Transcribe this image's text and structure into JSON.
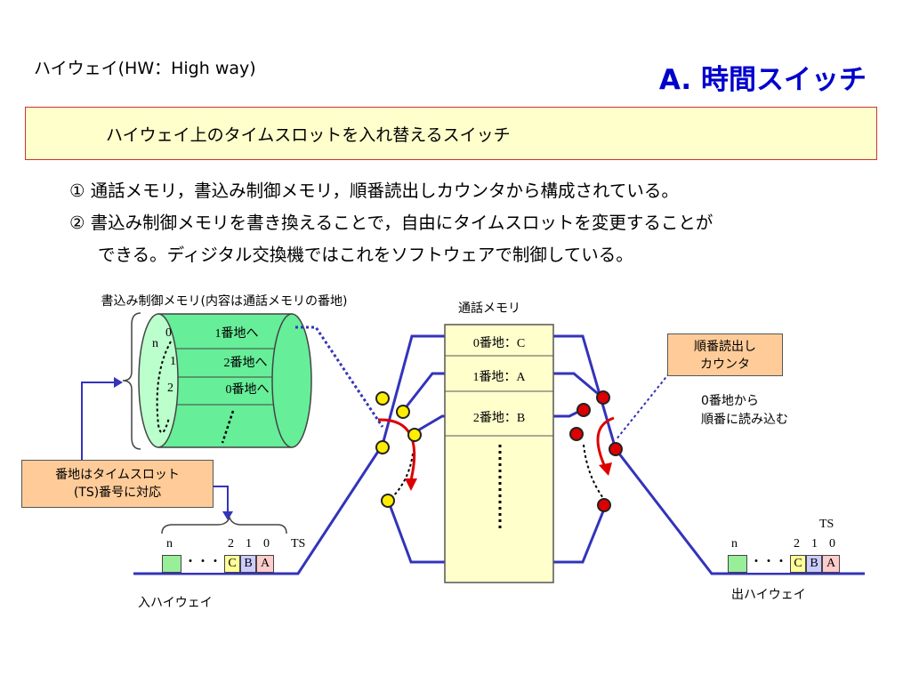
{
  "header": {
    "subtitle": "ハイウェイ(HW：High way)",
    "title": "A. 時間スイッチ"
  },
  "definition": "ハイウェイ上のタイムスロットを入れ替えるスイッチ",
  "bullets": [
    "① 通話メモリ，書込み制御メモリ，順番読出しカウンタから構成されている。",
    "② 書込み制御メモリを書き換えることで，自由にタイムスロットを変更することが",
    "できる。ディジタル交換機ではこれをソフトウェアで制御している。"
  ],
  "diagram": {
    "write_ctrl_label": "書込み制御メモリ(内容は通話メモリの番地)",
    "write_ctrl_rows": [
      {
        "index": "0",
        "content": "1番地へ"
      },
      {
        "index": "1",
        "content": "2番地へ"
      },
      {
        "index": "2",
        "content": "0番地へ"
      }
    ],
    "write_ctrl_n": "n",
    "speech_memory_label": "通話メモリ",
    "speech_memory_rows": [
      "0番地：C",
      "1番地：A",
      "2番地：B"
    ],
    "counter_label_line1": "順番読出し",
    "counter_label_line2": "カウンタ",
    "counter_note_line1": "0番地から",
    "counter_note_line2": "順番に読み込む",
    "addr_box_line1": "番地はタイムスロット",
    "addr_box_line2": "(TS)番号に対応",
    "in_highway": {
      "label": "入ハイウェイ",
      "n": "n",
      "ts": "TS",
      "indices": [
        "2",
        "1",
        "0"
      ],
      "dots": "・・・",
      "slots": [
        "C",
        "B",
        "A"
      ]
    },
    "out_highway": {
      "label": "出ハイウェイ",
      "n": "n",
      "ts": "TS",
      "indices": [
        "2",
        "1",
        "0"
      ],
      "dots": "・・・",
      "slots": [
        "C",
        "B",
        "A"
      ]
    },
    "colors": {
      "line": "#3333bb",
      "cylinder": "#66ee99",
      "memory": "#ffffcc",
      "input_switch": "#ffee00",
      "output_switch": "#dd0000",
      "slot_c": "#ffff99",
      "slot_b": "#ccccff",
      "slot_a": "#ffcccc",
      "slot_n": "#99ee99"
    }
  }
}
